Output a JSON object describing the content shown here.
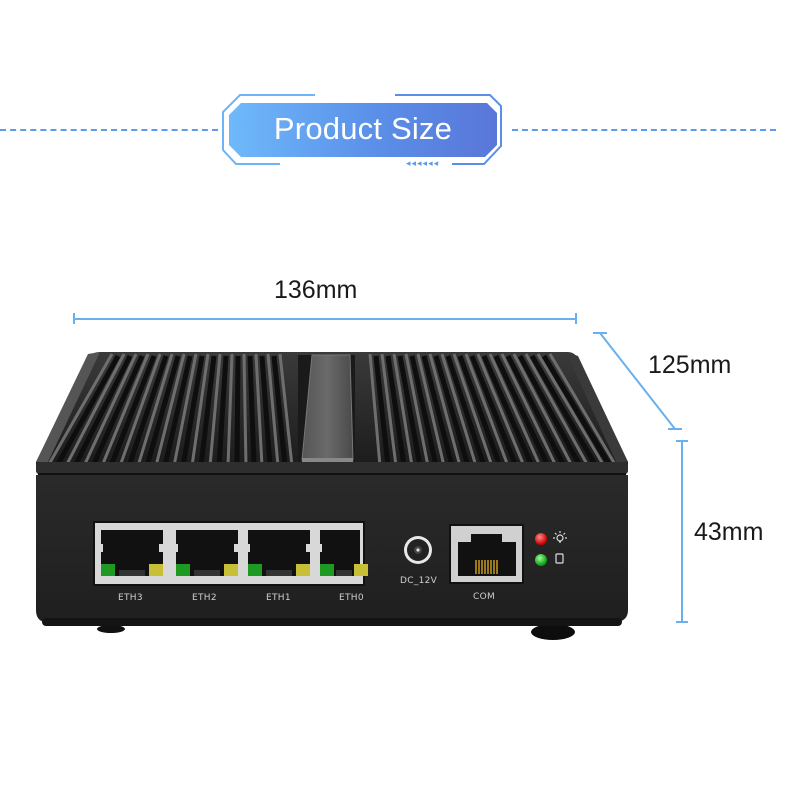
{
  "header": {
    "title": "Product Size",
    "accent_color": "#5a8fe8",
    "line_color": "#5b9be8"
  },
  "dimensions": {
    "width": "136mm",
    "depth": "125mm",
    "height": "43mm",
    "line_color": "#6ab0ee"
  },
  "device": {
    "body_color": "#1e1e1e",
    "ports": [
      {
        "id": "eth3",
        "label": "ETH3"
      },
      {
        "id": "eth2",
        "label": "ETH2"
      },
      {
        "id": "eth1",
        "label": "ETH1"
      },
      {
        "id": "eth0",
        "label": "ETH0"
      }
    ],
    "power_label": "DC_12V",
    "console_label": "COM",
    "indicators": [
      {
        "name": "power-led",
        "color": "#e01818",
        "icon": "light-bulb-icon"
      },
      {
        "name": "disk-led",
        "color": "#22c02a",
        "icon": "disk-icon"
      }
    ]
  }
}
